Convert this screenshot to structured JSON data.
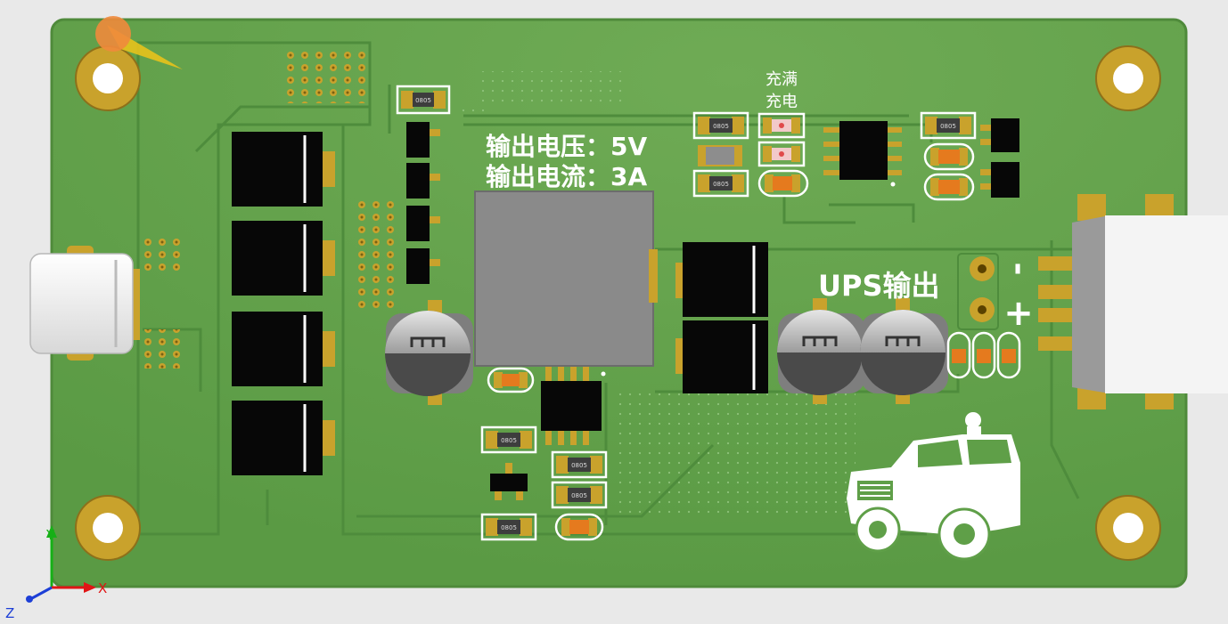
{
  "labels": {
    "output_voltage": "输出电压：5V",
    "output_current": "输出电流：3A",
    "charge_full": "充满",
    "charging": "充电",
    "ups_output": "UPS输出",
    "minus": "-",
    "plus": "+"
  },
  "component_codes": {
    "resistor": "0805",
    "capacitor": "0805"
  },
  "axes": {
    "x": "X",
    "y": "Y",
    "z": "Z"
  },
  "colors": {
    "board": "#5f9f48",
    "board_edge": "#4f8a3b",
    "pad": "#c9a22c",
    "silkscreen": "#ffffff",
    "ic": "#0b0b0b",
    "inductor": "#8a8a8a",
    "usb": "#f2f2f2",
    "axis_x": "#e01515",
    "axis_y": "#16b016",
    "axis_z": "#1d3fd6"
  }
}
